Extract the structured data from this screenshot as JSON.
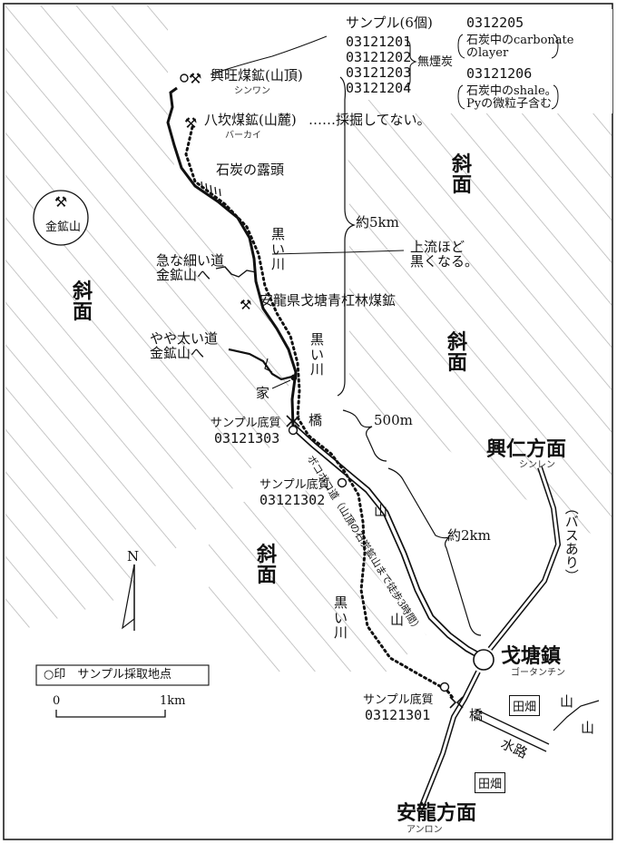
{
  "slope_label": "斜\n面",
  "samples_header": "サンプル(6個)",
  "sample_ids": [
    "03121201",
    "03121202",
    "03121203",
    "03121204"
  ],
  "anthracite": "無煙炭",
  "note_205_id": "0312205",
  "note_205_text": "石炭中のcarbonate\nのlayer",
  "note_206_id": "03121206",
  "note_206_text": "石炭中のshale。\nPyの微粒子含む",
  "mine1": {
    "name": "興旺煤鉱(山頂)",
    "reading": "シンワン"
  },
  "mine2": {
    "name": "八坎煤鉱(山麓)",
    "note": "……採掘してない。",
    "reading": "バーカイ"
  },
  "outcrop": "石炭の露頭",
  "gold_mine": "金鉱山",
  "dist_5km": "約5km",
  "black_river": "黒\nい\n川",
  "upstream": "上流ほど\n黒くなる。",
  "narrow_road": "急な細い道\n金鉱山へ",
  "coal_mine": "安龍県戈塘青杠林煤鉱",
  "wide_road": "やや太い道\n金鉱山へ",
  "house": "家",
  "bridge": "橋",
  "sample_bed": "サンプル底質",
  "sample_303": "03121303",
  "sample_302": "03121302",
  "sample_301": "03121301",
  "dist_500m": "500m",
  "dist_2km": "約2km",
  "trail": "ボコボコ道（山頂の石炭鉱山まで徒歩3時間）",
  "mountain": "山",
  "xingren": {
    "name": "興仁方面",
    "reading": "シンレン"
  },
  "bus": "（バスあり）",
  "getang": {
    "name": "戈塘鎮",
    "reading": "ゴータンチン"
  },
  "anlong": {
    "name": "安龍方面",
    "reading": "アンロン"
  },
  "field": "田畑",
  "waterway": "水路",
  "north": "N",
  "legend": "○印　サンプル採取地点",
  "scale_start": "0",
  "scale_end": "1km",
  "colors": {
    "ink": "#111111",
    "hatch": "#b8b8b8"
  }
}
